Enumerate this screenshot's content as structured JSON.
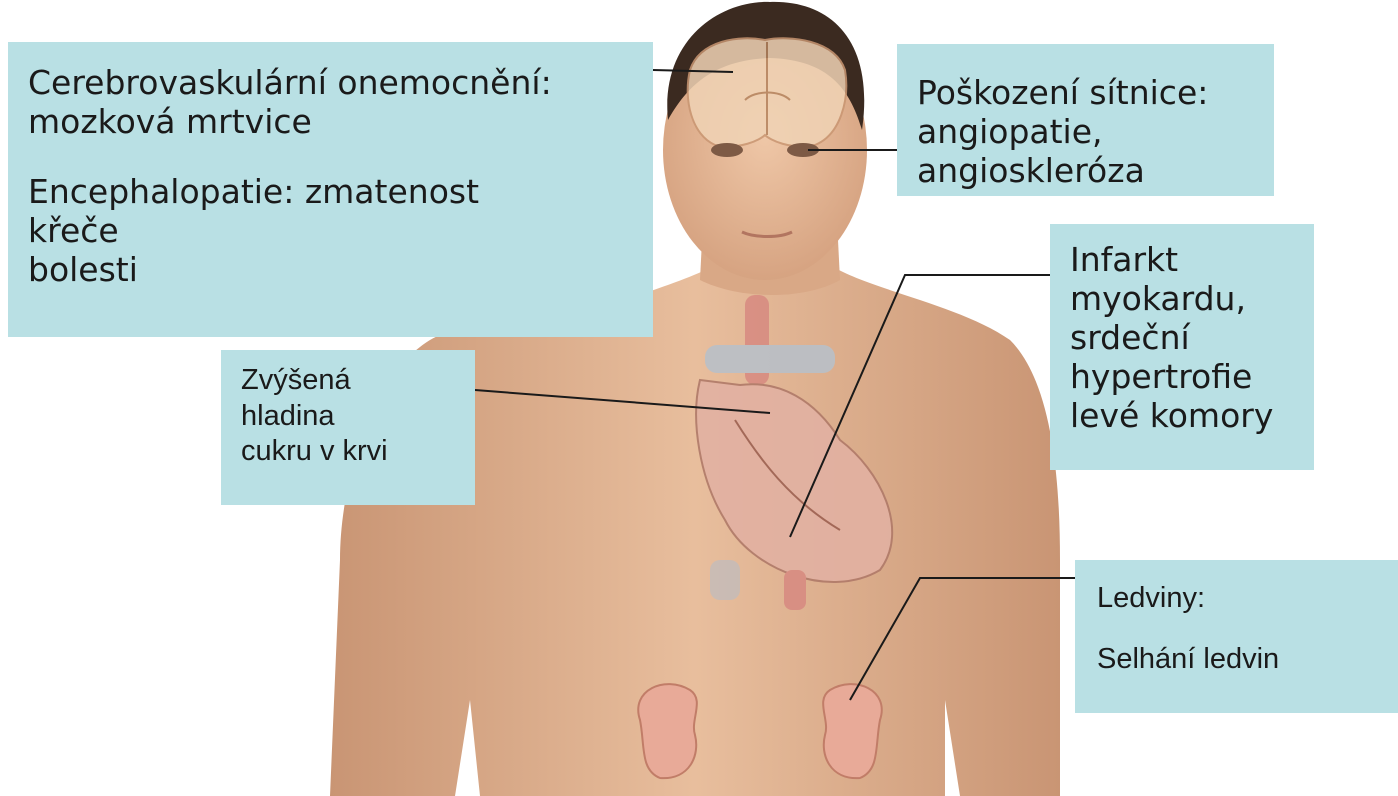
{
  "labels": {
    "cerebro": {
      "line1": "Cerebrovaskulární onemocnění:",
      "line2": "mozková mrtvice",
      "line3": "Encephalopatie: zmatenost",
      "line4": "křeče",
      "line5": "bolesti"
    },
    "retina": {
      "line1": "Poškození sítnice:",
      "line2": "angiopatie,",
      "line3": "angioskleróza"
    },
    "sugar": {
      "line1": "Zvýšená",
      "line2": "hladina",
      "line3": "cukru v krvi"
    },
    "heart": {
      "line1": "Infarkt",
      "line2": "myokardu,",
      "line3": "srdeční",
      "line4": "hypertrofie",
      "line5": "levé komory"
    },
    "kidney": {
      "line1": "Ledviny:",
      "line2": "Selhání ledvin"
    }
  },
  "colors": {
    "label_background": "#b9e0e4",
    "skin": "#e3b693",
    "hair": "#3b2a20",
    "heart": "#d99a8e",
    "kidney": "#e8aa98",
    "leader_line": "#1a1a1a"
  }
}
